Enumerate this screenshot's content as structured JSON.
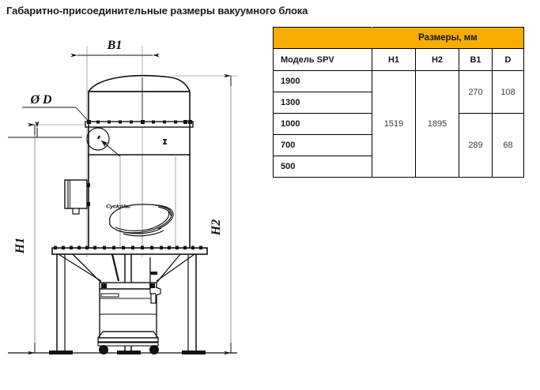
{
  "page": {
    "title": "Габаритно-присоединительные размеры вакуумного блока",
    "accent_color": "#f6ad00",
    "line_color": "#000000",
    "background": "#ffffff"
  },
  "drawing": {
    "name": "vacuum-unit-dimensional-drawing",
    "labels": {
      "b1": "B1",
      "diameter_d": "Ø D",
      "h1": "H1",
      "h2": "H2"
    },
    "logo_text": "CycloVac",
    "parts": [
      "domed-vessel-top",
      "vessel-body",
      "upper-flange-ring",
      "control-box",
      "detail-circle-callout",
      "support-frame-legs",
      "collection-drum",
      "drum-casters",
      "base-feet"
    ]
  },
  "table": {
    "name": "dimensions-table",
    "band_header": "Размеры, мм",
    "columns": [
      "Модель SPV",
      "H1",
      "H2",
      "B1",
      "D"
    ],
    "rows": [
      {
        "model": "1900",
        "h1": "1519",
        "h2": "1895",
        "b1": "270",
        "d": "108"
      },
      {
        "model": "1300",
        "h1": "",
        "h2": "",
        "b1": "",
        "d": ""
      },
      {
        "model": "1000",
        "h1": "",
        "h2": "",
        "b1": "",
        "d": ""
      },
      {
        "model": "700",
        "h1": "",
        "h2": "",
        "b1": "289",
        "d": "68"
      },
      {
        "model": "500",
        "h1": "",
        "h2": "",
        "b1": "",
        "d": ""
      }
    ],
    "merged_values": {
      "h1": "1519",
      "h2": "1895",
      "b1_top": "270",
      "d_top": "108",
      "b1_bottom": "289",
      "d_bottom": "68"
    }
  }
}
